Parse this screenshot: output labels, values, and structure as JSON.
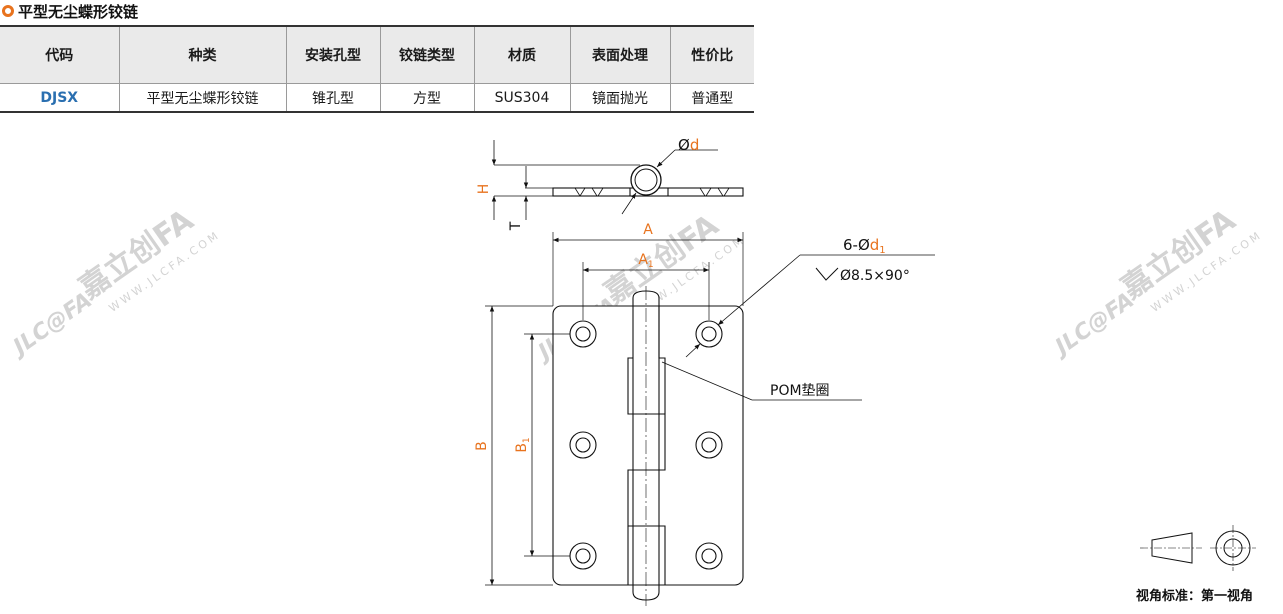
{
  "title": "平型无尘蝶形铰链",
  "table": {
    "headers": [
      "代码",
      "种类",
      "安装孔型",
      "铰链类型",
      "材质",
      "表面处理",
      "性价比"
    ],
    "rows": [
      [
        "DJSX",
        "平型无尘蝶形铰链",
        "锥孔型",
        "方型",
        "SUS304",
        "镜面抛光",
        "普通型"
      ]
    ]
  },
  "labels": {
    "phi": "Ø",
    "d": "d",
    "H": "H",
    "T": "T",
    "A": "A",
    "A1": "A",
    "A1_sub": "1",
    "B": "B",
    "B1": "B",
    "B1_sub": "1",
    "holes_prefix": "6-Ø",
    "holes_d": "d",
    "holes_sub": "1",
    "countersink": "Ø8.5×90°",
    "pom": "POM垫圈",
    "view_standard": "视角标准：第一视角"
  },
  "watermark": {
    "brand_cn": "嘉立创FA",
    "logo": "JLC@FA",
    "url": "WWW.JLCFA.COM"
  },
  "colors": {
    "accent": "#e8731e",
    "code": "#2a6fb0"
  }
}
